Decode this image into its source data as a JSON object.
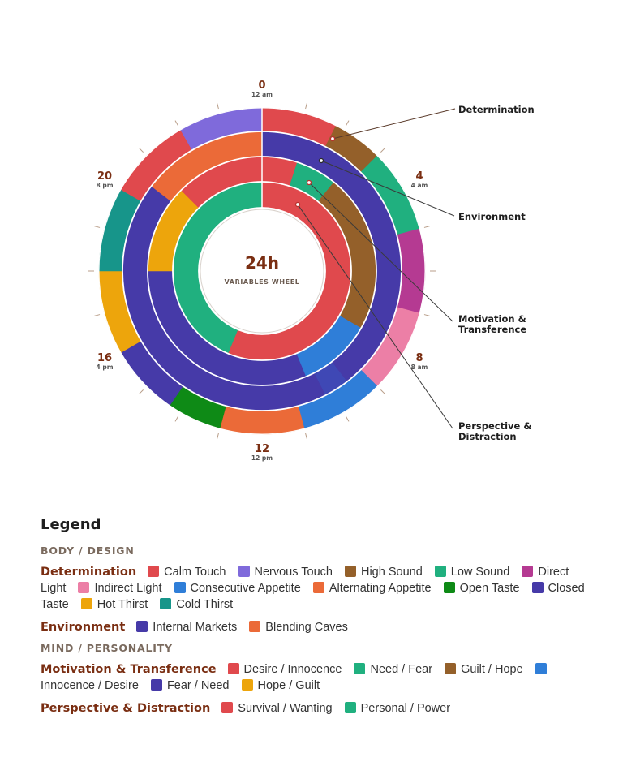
{
  "center": {
    "title": "24h",
    "subtitle": "VARIABLES WHEEL"
  },
  "hour_labels": [
    {
      "hour": 0,
      "num": "0",
      "sub": "12 am"
    },
    {
      "hour": 4,
      "num": "4",
      "sub": "4 am"
    },
    {
      "hour": 8,
      "num": "8",
      "sub": "8 am"
    },
    {
      "hour": 12,
      "num": "12",
      "sub": "12 pm"
    },
    {
      "hour": 16,
      "num": "16",
      "sub": "4 pm"
    },
    {
      "hour": 20,
      "num": "20",
      "sub": "8 pm"
    }
  ],
  "callouts": [
    {
      "id": "determination",
      "lines": [
        "Determination"
      ]
    },
    {
      "id": "environment",
      "lines": [
        "Environment"
      ]
    },
    {
      "id": "motivation",
      "lines": [
        "Motivation &",
        "Transference"
      ]
    },
    {
      "id": "perspective",
      "lines": [
        "Perspective &",
        "Distraction"
      ]
    }
  ],
  "rings": {
    "determination": [
      {
        "from": 0,
        "to": 1.8,
        "color": "#E0494D"
      },
      {
        "from": 1.8,
        "to": 3.0,
        "color": "#94602A"
      },
      {
        "from": 3.0,
        "to": 5.0,
        "color": "#20B07F"
      },
      {
        "from": 5.0,
        "to": 7.0,
        "color": "#B53A92"
      },
      {
        "from": 7.0,
        "to": 9.0,
        "color": "#EC7FA6"
      },
      {
        "from": 9.0,
        "to": 11.0,
        "color": "#2F7ED8"
      },
      {
        "from": 11.0,
        "to": 13.0,
        "color": "#EB6A38"
      },
      {
        "from": 13.0,
        "to": 14.3,
        "color": "#0E8A16"
      },
      {
        "from": 14.3,
        "to": 16.0,
        "color": "#463AA8"
      },
      {
        "from": 16.0,
        "to": 18.0,
        "color": "#EDA50C"
      },
      {
        "from": 18.0,
        "to": 20.0,
        "color": "#17958A"
      },
      {
        "from": 20.0,
        "to": 22.0,
        "color": "#E0494D"
      },
      {
        "from": 22.0,
        "to": 24.0,
        "color": "#7F6ADB"
      }
    ],
    "environment": [
      {
        "from": 0,
        "to": 9.5,
        "color": "#463AA8"
      },
      {
        "from": 9.5,
        "to": 10.2,
        "color": "#3F48B5"
      },
      {
        "from": 10.2,
        "to": 20.5,
        "color": "#463AA8"
      },
      {
        "from": 20.5,
        "to": 24.0,
        "color": "#EB6A38"
      }
    ],
    "motivation": [
      {
        "from": 0,
        "to": 1.2,
        "color": "#E0494D"
      },
      {
        "from": 1.2,
        "to": 2.6,
        "color": "#20B07F"
      },
      {
        "from": 2.6,
        "to": 8.0,
        "color": "#94602A"
      },
      {
        "from": 8.0,
        "to": 10.5,
        "color": "#2F7ED8"
      },
      {
        "from": 10.5,
        "to": 18.0,
        "color": "#463AA8"
      },
      {
        "from": 18.0,
        "to": 21.0,
        "color": "#EDA50C"
      },
      {
        "from": 21.0,
        "to": 24.0,
        "color": "#E0494D"
      }
    ],
    "perspective": [
      {
        "from": 0,
        "to": 13.5,
        "color": "#E0494D"
      },
      {
        "from": 13.5,
        "to": 24.0,
        "color": "#20B07F"
      }
    ]
  },
  "legend": {
    "title": "Legend",
    "sections": [
      {
        "title": "BODY / DESIGN",
        "groups": [
          {
            "name": "Determination",
            "items": [
              {
                "label": "Calm Touch",
                "color": "#E0494D"
              },
              {
                "label": "Nervous Touch",
                "color": "#7F6ADB"
              },
              {
                "label": "High Sound",
                "color": "#94602A"
              },
              {
                "label": "Low Sound",
                "color": "#20B07F"
              },
              {
                "label": "Direct Light",
                "color": "#B53A92"
              },
              {
                "label": "Indirect Light",
                "color": "#EC7FA6"
              },
              {
                "label": "Consecutive Appetite",
                "color": "#2F7ED8"
              },
              {
                "label": "Alternating Appetite",
                "color": "#EB6A38"
              },
              {
                "label": "Open Taste",
                "color": "#0E8A16"
              },
              {
                "label": "Closed Taste",
                "color": "#463AA8"
              },
              {
                "label": "Hot Thirst",
                "color": "#EDA50C"
              },
              {
                "label": "Cold Thirst",
                "color": "#17958A"
              }
            ]
          },
          {
            "name": "Environment",
            "items": [
              {
                "label": "Internal Markets",
                "color": "#463AA8"
              },
              {
                "label": "Blending Caves",
                "color": "#EB6A38"
              }
            ]
          }
        ]
      },
      {
        "title": "MIND / PERSONALITY",
        "groups": [
          {
            "name": "Motivation & Transference",
            "items": [
              {
                "label": "Desire / Innocence",
                "color": "#E0494D"
              },
              {
                "label": "Need / Fear",
                "color": "#20B07F"
              },
              {
                "label": "Guilt / Hope",
                "color": "#94602A"
              },
              {
                "label": "Innocence / Desire",
                "color": "#2F7ED8"
              },
              {
                "label": "Fear / Need",
                "color": "#463AA8"
              },
              {
                "label": "Hope / Guilt",
                "color": "#EDA50C"
              }
            ]
          },
          {
            "name": "Perspective & Distraction",
            "items": [
              {
                "label": "Survival / Wanting",
                "color": "#E0494D"
              },
              {
                "label": "Personal / Power",
                "color": "#20B07F"
              }
            ]
          }
        ]
      }
    ]
  }
}
